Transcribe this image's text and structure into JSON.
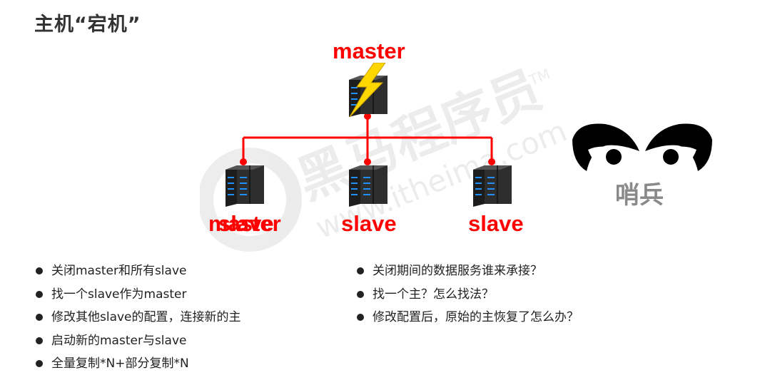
{
  "title": "主机“宕机”",
  "watermark": {
    "brand": "黑马程序员",
    "tm": "TM",
    "url": "www.itheima.com"
  },
  "nodes": {
    "master_top": {
      "label": "master",
      "icon": "server-rack-icon",
      "status_icon": "lightning-bolt-icon"
    },
    "slave_left": {
      "label_a": "master",
      "label_b": "slave",
      "icon": "server-rack-icon"
    },
    "slave_middle": {
      "label": "slave",
      "icon": "server-rack-icon"
    },
    "slave_right": {
      "label": "slave",
      "icon": "server-rack-icon"
    }
  },
  "sentinel": {
    "label": "哨兵",
    "icon": "angry-eyes-icon"
  },
  "colors": {
    "accent": "#ff0000",
    "lightning": "#ffd700",
    "server_led": "#1e90ff",
    "text": "#222222"
  },
  "steps_left": [
    "关闭master和所有slave",
    "找一个slave作为master",
    "修改其他slave的配置，连接新的主",
    "启动新的master与slave",
    "全量复制*N+部分复制*N"
  ],
  "questions_right": [
    "关闭期间的数据服务谁来承接？",
    "找一个主？怎么找法？",
    "修改配置后，原始的主恢复了怎么办？"
  ]
}
